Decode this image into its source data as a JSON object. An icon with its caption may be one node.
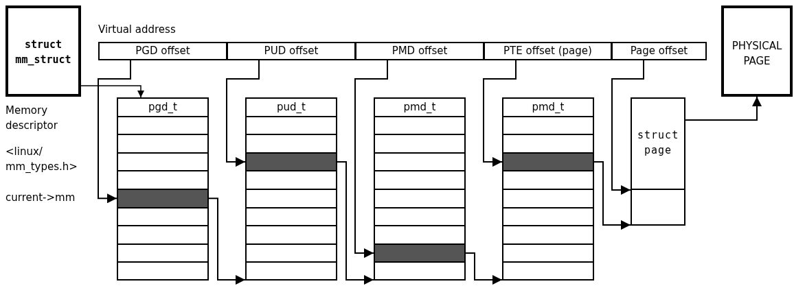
{
  "diagram": {
    "nodes": [
      {
        "text": [
          "struct mm_struct"
        ],
        "beside": [
          "Memory descriptor",
          "<linux/ mm_types.h>"
        ]
      },
      {
        "text": [
          "PGD offset"
        ]
      },
      {
        "text": [
          "PUD offset"
        ]
      },
      {
        "text": [
          "PMD offset"
        ]
      },
      {
        "text": [
          "PTE offset (page)"
        ]
      },
      {
        "text": [
          "Page offset"
        ]
      },
      {
        "text": [
          "PHYSICAL PAGE"
        ]
      },
      {
        "text": [
          "pgd_t"
        ]
      },
      {
        "text": [],
        "shape": "bar",
        "in": 7
      },
      {
        "text": [
          "pud_t"
        ]
      },
      {
        "text": [],
        "shape": "bar",
        "in": 9
      },
      {
        "text": [
          "pmd_t"
        ]
      },
      {
        "text": [],
        "shape": "bar",
        "in": 11
      },
      {
        "text": [
          "pmd_t"
        ]
      },
      {
        "text": [],
        "shape": "bar",
        "in": 13
      },
      {
        "text": [
          "struct page"
        ]
      },
      {
        "text": [],
        "shape": "box"
      }
    ],
    "edges": [
      {
        "from": 0,
        "to": 7,
        "arrow": "to"
      },
      {
        "from": 1,
        "to": 8,
        "arrow": "to"
      },
      {
        "from": 8,
        "to": 9,
        "arrow": "to"
      },
      {
        "from": 2,
        "to": 10,
        "arrow": "to"
      },
      {
        "from": 10,
        "to": 11,
        "arrow": "to"
      },
      {
        "from": 3,
        "to": 12,
        "arrow": "to"
      },
      {
        "from": 12,
        "to": 13,
        "arrow": "to"
      },
      {
        "from": 4,
        "to": 14,
        "arrow": "to"
      },
      {
        "from": 14,
        "to": 16,
        "arrow": "to"
      },
      {
        "from": 5,
        "to": 15,
        "arrow": "to"
      },
      {
        "from": 15,
        "to": 6,
        "arrow": "to"
      }
    ],
    "labels": [
      "Virtual address",
      "current->mm"
    ]
  }
}
